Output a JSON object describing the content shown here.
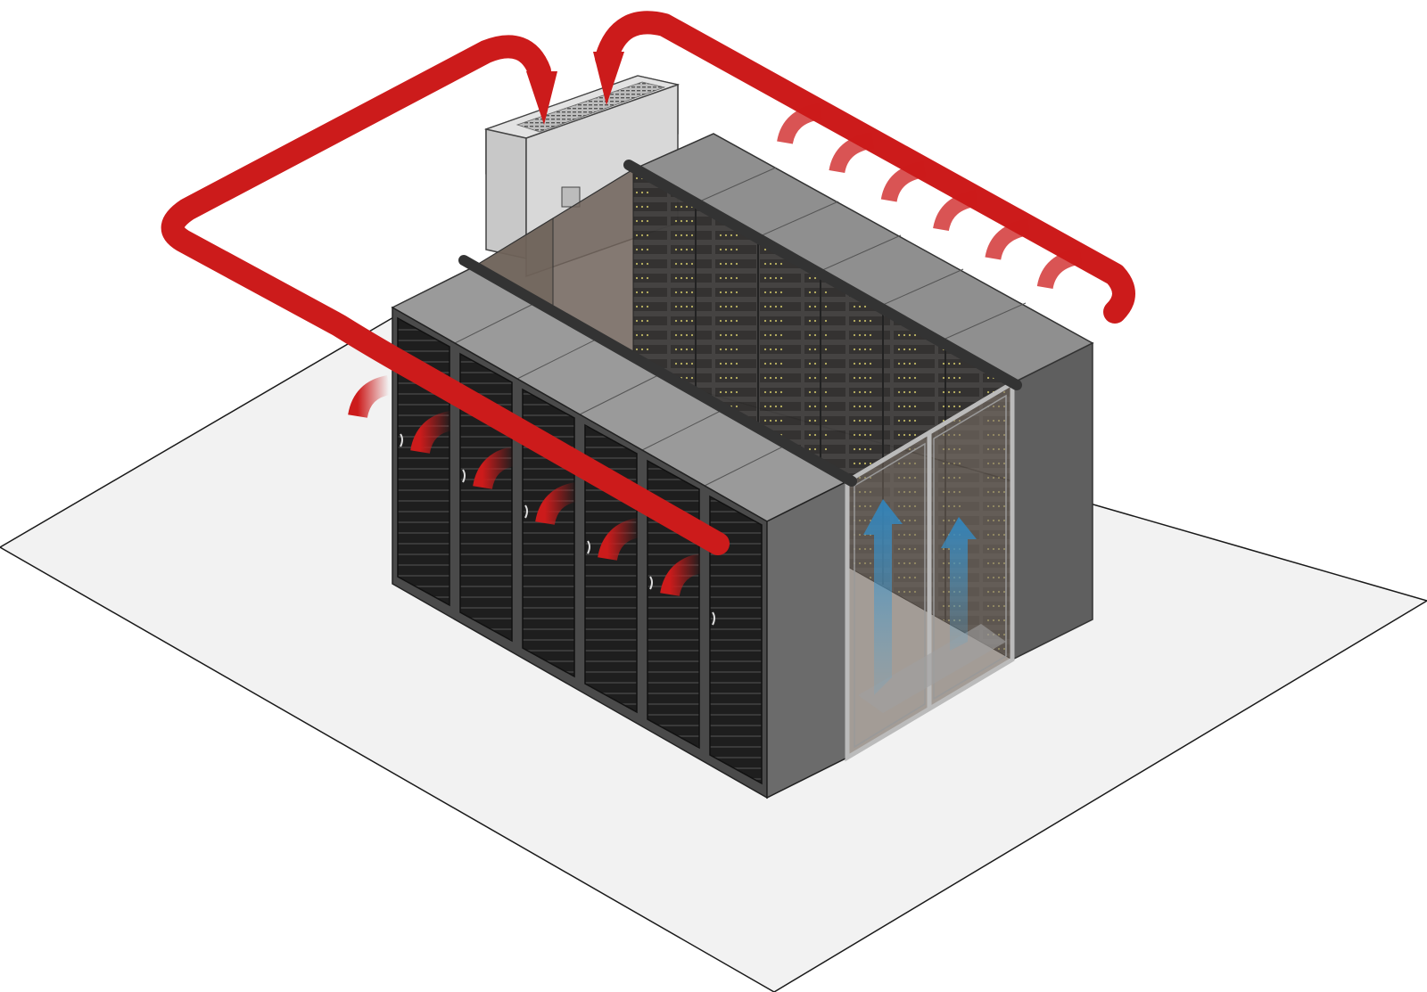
{
  "diagram": {
    "colors": {
      "floor": "#f2f2f2",
      "floor_edge": "#1a1a1a",
      "hot_air": "#cc1b1b",
      "cold_air": "#5aa9d6",
      "rack_front": "#1c1c1c",
      "rack_side": "#6b6b6b",
      "rack_top": "#9a9a9a",
      "glass": "#6e6259",
      "cooling_unit": "#d4d4d4"
    },
    "components": {
      "front_row_racks": 6,
      "back_row_racks": 6,
      "hot_air_streams_front": 6,
      "hot_air_streams_back": 6,
      "cold_air_arrows": 2,
      "aisle_doors": 2
    },
    "icons": [
      "cooling-unit-icon",
      "server-rack-icon",
      "hot-air-arrow-icon",
      "cold-air-arrow-icon"
    ]
  }
}
